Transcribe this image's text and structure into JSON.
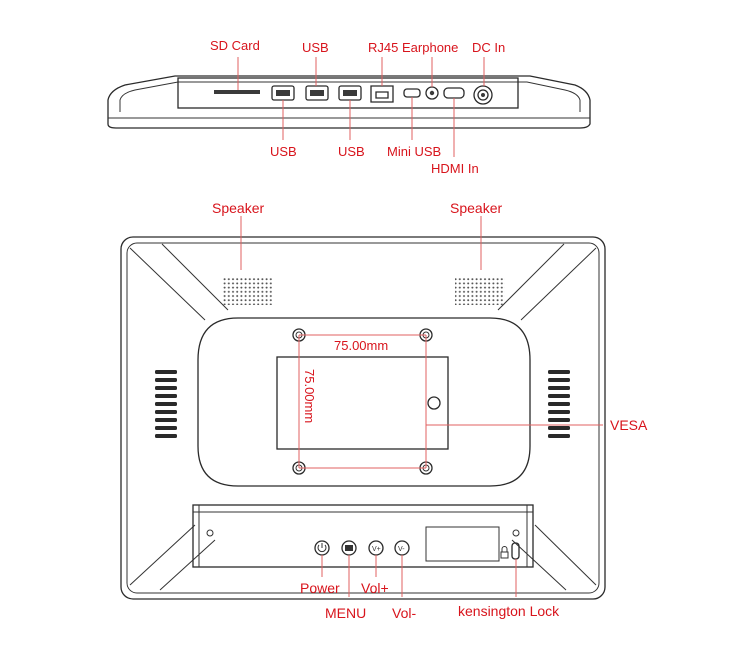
{
  "top_view": {
    "labels_top": [
      "SD Card",
      "USB",
      "RJ45",
      "Earphone",
      "DC In"
    ],
    "labels_bottom": [
      "USB",
      "USB",
      "Mini USB",
      "HDMI In"
    ]
  },
  "back_view": {
    "speaker_left": "Speaker",
    "speaker_right": "Speaker",
    "dim_horizontal": "75.00mm",
    "dim_vertical": "75.00mm",
    "vesa": "VESA",
    "buttons": [
      "Power",
      "MENU",
      "Vol+",
      "Vol-"
    ],
    "kensington": "kensington Lock"
  },
  "colors": {
    "label": "#d8141c",
    "leader": "#e06060",
    "outline": "#2a2a2a"
  }
}
